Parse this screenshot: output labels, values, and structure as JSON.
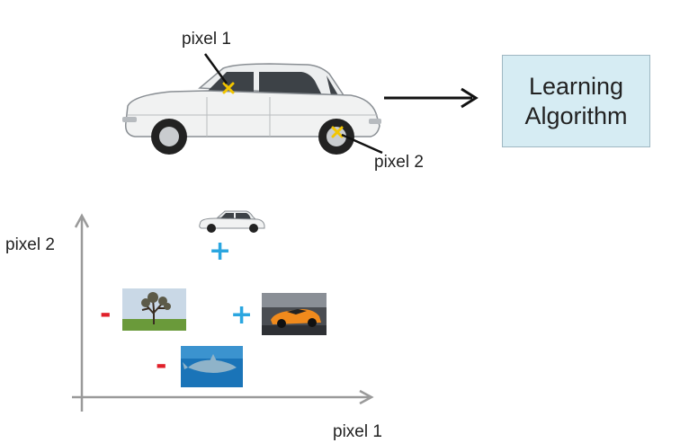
{
  "diagram": {
    "car_labels": {
      "pixel1": "pixel 1",
      "pixel2": "pixel 2"
    },
    "algorithm_box": {
      "line1": "Learning",
      "line2": "Algorithm"
    },
    "axes": {
      "ylabel": "pixel 2",
      "xlabel": "pixel 1"
    },
    "signs": {
      "plus": "+",
      "minus": "-"
    },
    "marker": "x",
    "colors": {
      "plus": "#2aa6e0",
      "minus": "#e0202a",
      "marker": "#f2c500",
      "box": "#d6ecf3",
      "axis": "#9a9a9a"
    }
  }
}
